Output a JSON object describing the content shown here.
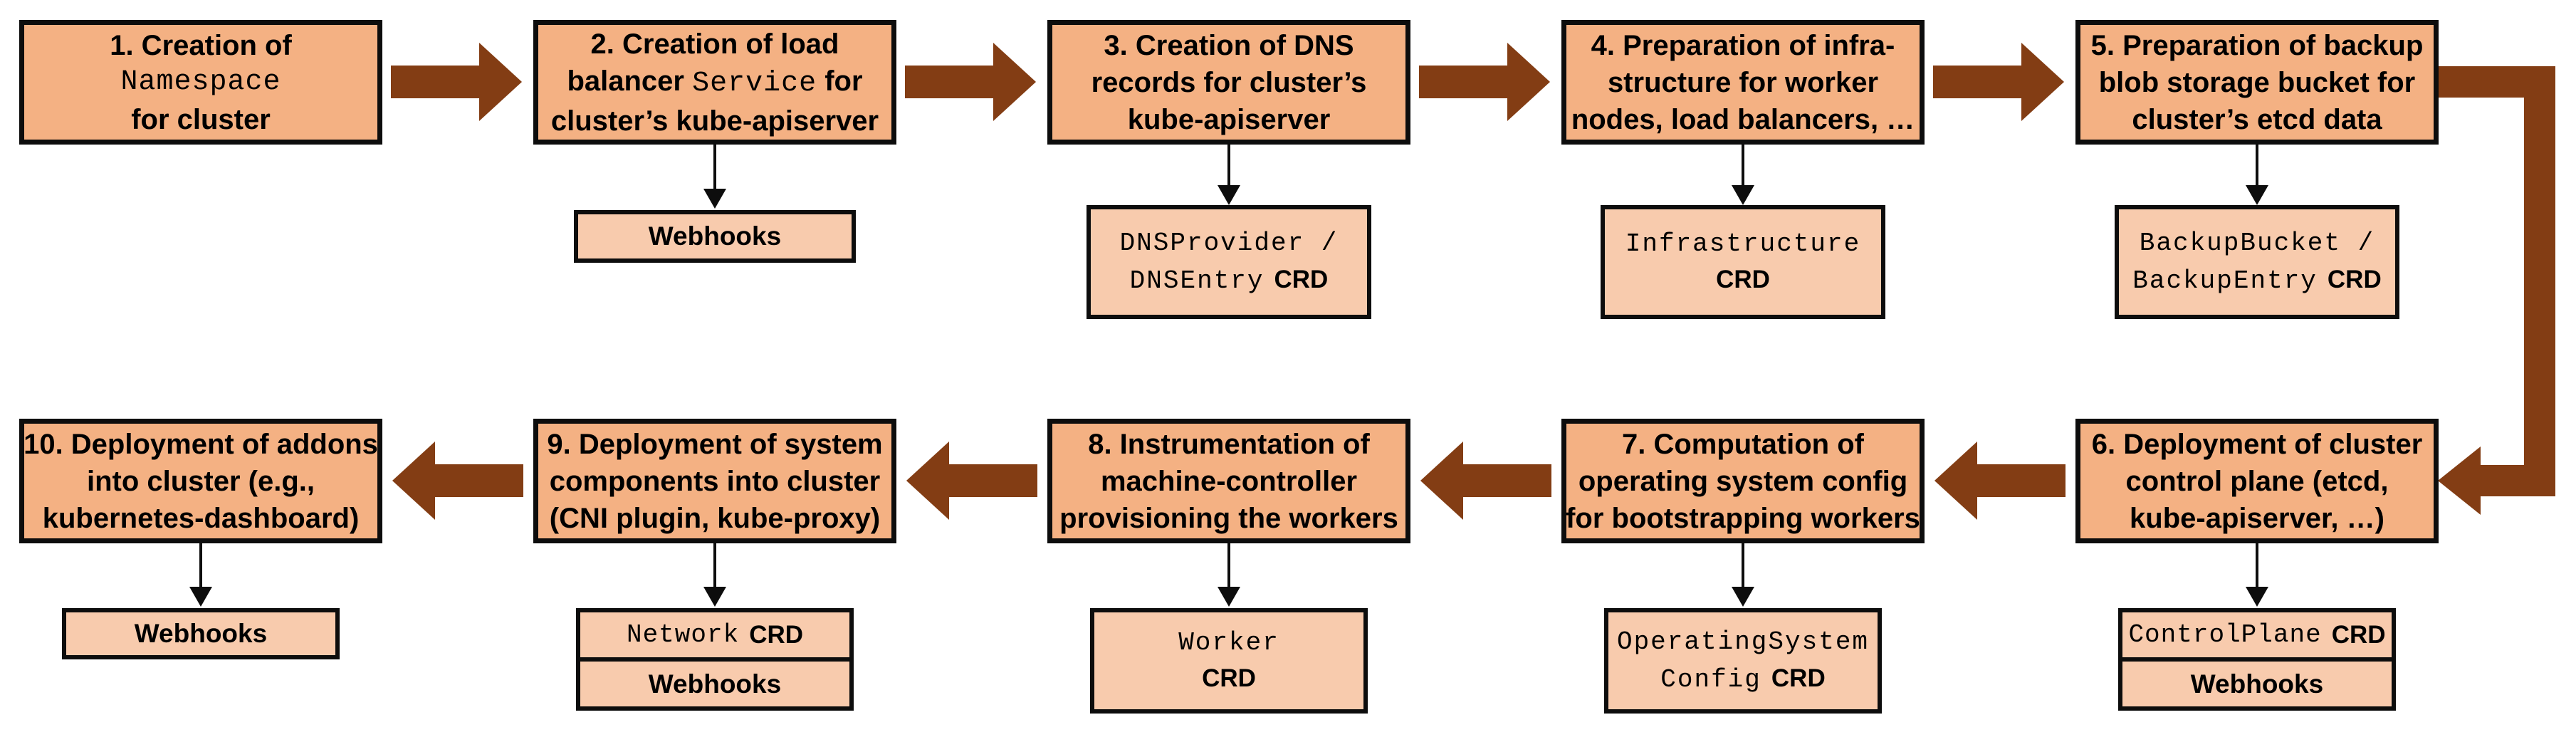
{
  "colors": {
    "background": "#FFFFFF",
    "box_fill": "#F4B183",
    "subbox_fill": "#F8CBAD",
    "border": "#0D0D0D",
    "arrow": "#833D14",
    "text": "#000000"
  },
  "steps": [
    {
      "num": "1",
      "box": {
        "l1": "1. Creation of",
        "l2_mono": "Namespace",
        "l3": "for cluster"
      }
    },
    {
      "num": "2",
      "box": {
        "l1": "2. Creation of load",
        "l2_pre": "balancer ",
        "l2_mono": "Service",
        "l2_post": " for",
        "l3": "cluster’s kube-apiserver"
      },
      "sub": {
        "label": "Webhooks"
      }
    },
    {
      "num": "3",
      "box": {
        "l1": "3. Creation of DNS",
        "l2": "records for cluster’s",
        "l3": "kube-apiserver"
      },
      "sub": {
        "mono1": "DNSProvider /",
        "mono2": "DNSEntry",
        "crd": "CRD"
      }
    },
    {
      "num": "4",
      "box": {
        "l1": "4. Preparation of infra-",
        "l2": "structure for worker",
        "l3": "nodes, load balancers, …"
      },
      "sub": {
        "mono1": "Infrastructure",
        "crd": "CRD"
      }
    },
    {
      "num": "5",
      "box": {
        "l1": "5. Preparation of backup",
        "l2": "blob storage bucket for",
        "l3": "cluster’s etcd data"
      },
      "sub": {
        "mono1": "BackupBucket /",
        "mono2": "BackupEntry",
        "crd": "CRD"
      }
    },
    {
      "num": "6",
      "box": {
        "l1": "6. Deployment of cluster",
        "l2": "control plane (etcd,",
        "l3": "kube-apiserver, …)"
      },
      "sub": {
        "rows": [
          {
            "mono": "ControlPlane",
            "crd": "CRD"
          },
          {
            "label": "Webhooks"
          }
        ]
      }
    },
    {
      "num": "7",
      "box": {
        "l1": "7. Computation of",
        "l2": "operating system config",
        "l3": "for bootstrapping workers"
      },
      "sub": {
        "mono1": "OperatingSystem",
        "mono2": "Config",
        "crd": "CRD"
      }
    },
    {
      "num": "8",
      "box": {
        "l1": "8. Instrumentation of",
        "l2": "machine-controller",
        "l3": "provisioning the workers"
      },
      "sub": {
        "mono1": "Worker",
        "crd": "CRD"
      }
    },
    {
      "num": "9",
      "box": {
        "l1": "9. Deployment of system",
        "l2": "components into cluster",
        "l3": "(CNI plugin, kube-proxy)"
      },
      "sub": {
        "rows": [
          {
            "mono": "Network",
            "crd": "CRD"
          },
          {
            "label": "Webhooks"
          }
        ]
      }
    },
    {
      "num": "10",
      "box": {
        "l1": "10. Deployment of addons",
        "l2": "into cluster (e.g.,",
        "l3": "kubernetes-dashboard)"
      },
      "sub": {
        "label": "Webhooks"
      }
    }
  ]
}
